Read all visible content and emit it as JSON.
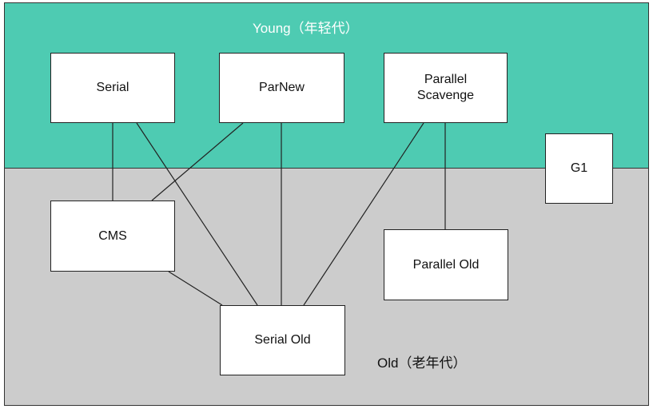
{
  "colors": {
    "young_region": "#4ecbb2",
    "old_region": "#cccccc",
    "node_fill": "#ffffff",
    "line": "#222222"
  },
  "regions": {
    "young_label": "Young（年轻代）",
    "old_label": "Old（老年代）"
  },
  "nodes": {
    "serial": "Serial",
    "parnew": "ParNew",
    "parallel_scavenge": "Parallel\nScavenge",
    "g1": "G1",
    "cms": "CMS",
    "parallel_old": "Parallel Old",
    "serial_old": "Serial Old"
  },
  "links": [
    [
      "serial",
      "cms"
    ],
    [
      "serial",
      "serial_old"
    ],
    [
      "parnew",
      "cms"
    ],
    [
      "parnew",
      "serial_old"
    ],
    [
      "parallel_scavenge",
      "serial_old"
    ],
    [
      "parallel_scavenge",
      "parallel_old"
    ],
    [
      "cms",
      "serial_old"
    ]
  ]
}
